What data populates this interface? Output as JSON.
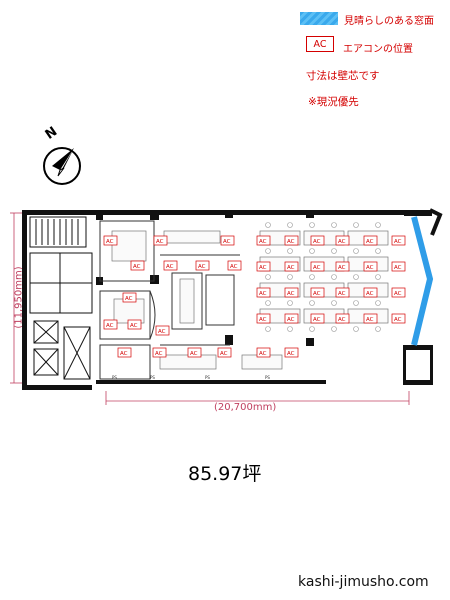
{
  "legend": {
    "view_window_label": "見晴らしのある窓面",
    "ac_box": "AC",
    "ac_label": "エアコンの位置",
    "colors": {
      "view_window": "#2f9de8",
      "annotation_red": "#d40000",
      "dimension": "#c04060"
    }
  },
  "notes": {
    "dimension_note": "寸法は壁芯です",
    "status_note": "※現況優先"
  },
  "compass": {
    "north_label": "N"
  },
  "dimensions": {
    "height": "(11,950mm)",
    "width": "(20,700mm)"
  },
  "area_label": "85.97坪",
  "site_label": "kashi-jimusho.com",
  "floorplan": {
    "ac_unit_label": "AC",
    "ps_label": "PS"
  }
}
